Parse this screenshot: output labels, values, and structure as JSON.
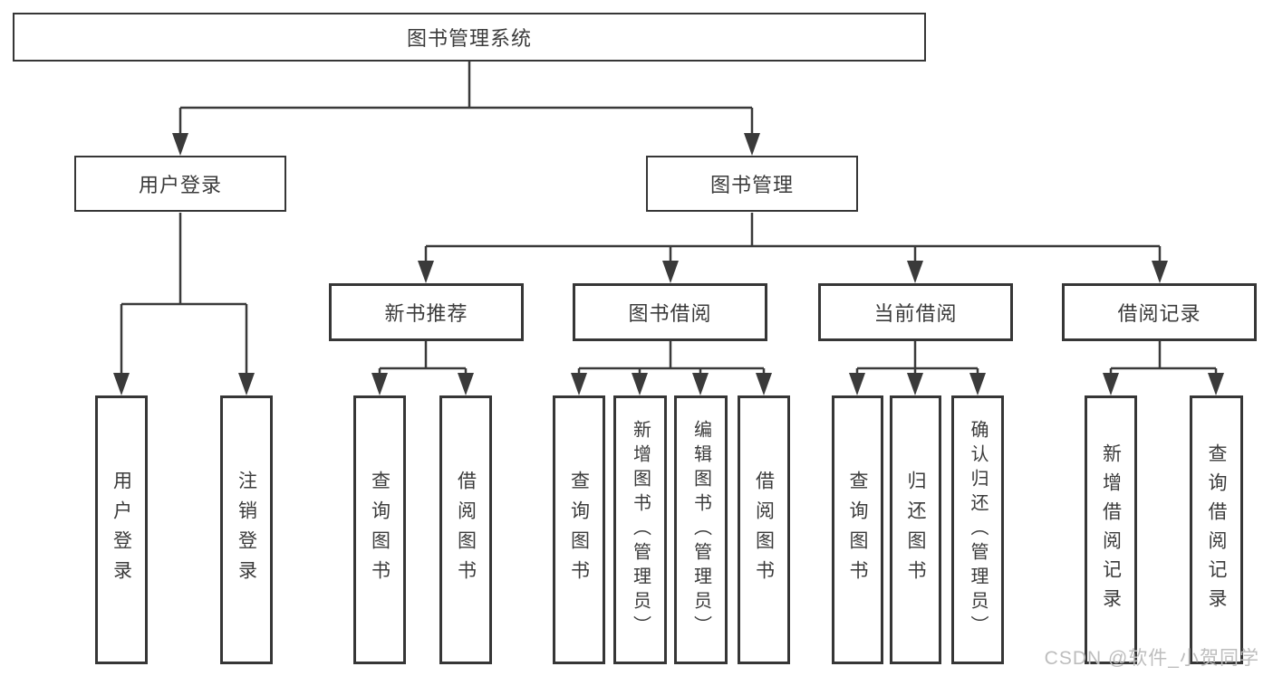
{
  "tree": {
    "root": {
      "label": "图书管理系统",
      "children": [
        {
          "label": "用户登录",
          "children": [
            {
              "label": "用户登录"
            },
            {
              "label": "注销登录"
            }
          ]
        },
        {
          "label": "图书管理",
          "children": [
            {
              "label": "新书推荐",
              "children": [
                {
                  "label": "查询图书"
                },
                {
                  "label": "借阅图书"
                }
              ]
            },
            {
              "label": "图书借阅",
              "children": [
                {
                  "label": "查询图书"
                },
                {
                  "label": "新增图书（管理员）"
                },
                {
                  "label": "编辑图书（管理员）"
                },
                {
                  "label": "借阅图书"
                }
              ]
            },
            {
              "label": "当前借阅",
              "children": [
                {
                  "label": "查询图书"
                },
                {
                  "label": "归还图书"
                },
                {
                  "label": "确认归还（管理员）"
                }
              ]
            },
            {
              "label": "借阅记录",
              "children": [
                {
                  "label": "新增借阅记录"
                },
                {
                  "label": "查询借阅记录"
                }
              ]
            }
          ]
        }
      ]
    }
  },
  "watermark": {
    "text": "CSDN @软件_小贺同学"
  },
  "colors": {
    "line": "#3a3a3a",
    "box_border": "#363636",
    "text": "#3b3b3b",
    "watermark": "#bdbdbd",
    "background": "#ffffff"
  }
}
